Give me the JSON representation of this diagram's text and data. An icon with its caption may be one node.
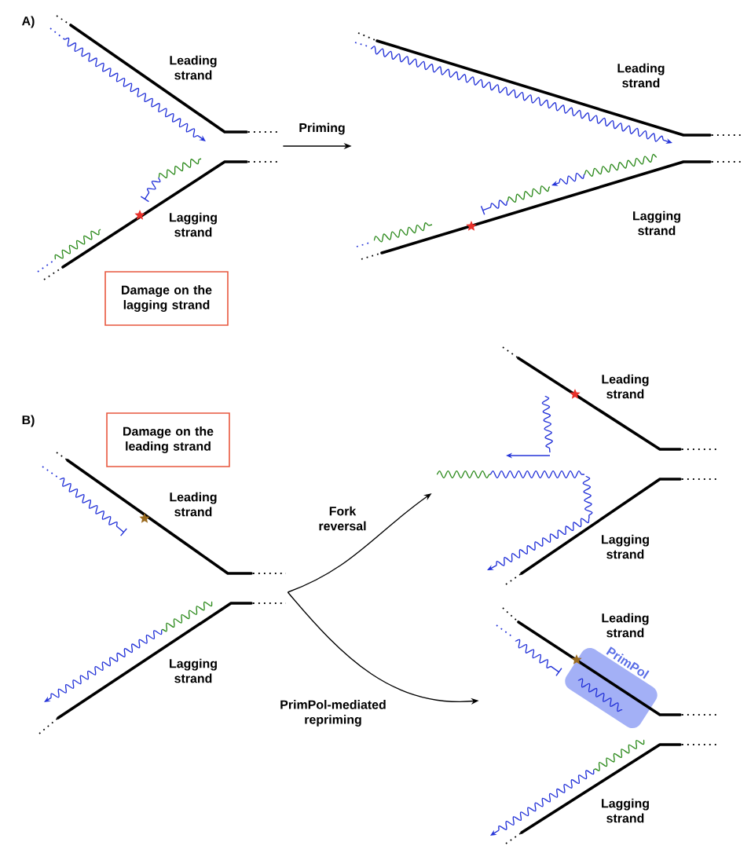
{
  "diagram": {
    "nodes": [
      {
        "text": [
          "Damage on the lagging strand"
        ]
      },
      {
        "text": [],
        "shape": "picture"
      },
      {
        "text": [],
        "shape": "picture"
      },
      {
        "text": [
          "Damage on the leading strand"
        ]
      },
      {
        "text": [],
        "shape": "picture"
      },
      {
        "text": [],
        "shape": "picture"
      },
      {
        "text": [],
        "shape": "picture"
      },
      {
        "text": [
          "PrimPol"
        ],
        "in": 6
      }
    ],
    "edges": [
      {
        "from": 1,
        "to": 2,
        "arrow": "to",
        "label": "Priming"
      },
      {
        "from": 4,
        "to": 5,
        "arrow": "to",
        "label": "Fork reversal"
      },
      {
        "from": 4,
        "to": 6,
        "arrow": "to",
        "label": "PrimPol-mediated repriming"
      }
    ],
    "labels": [
      "A)",
      "Leading strand",
      "Leading strand",
      "Lagging strand",
      "Lagging strand",
      "Leading strand",
      "B)",
      "Leading strand",
      "Lagging strand",
      "Leading strand",
      "Lagging strand",
      "Lagging strand"
    ]
  }
}
